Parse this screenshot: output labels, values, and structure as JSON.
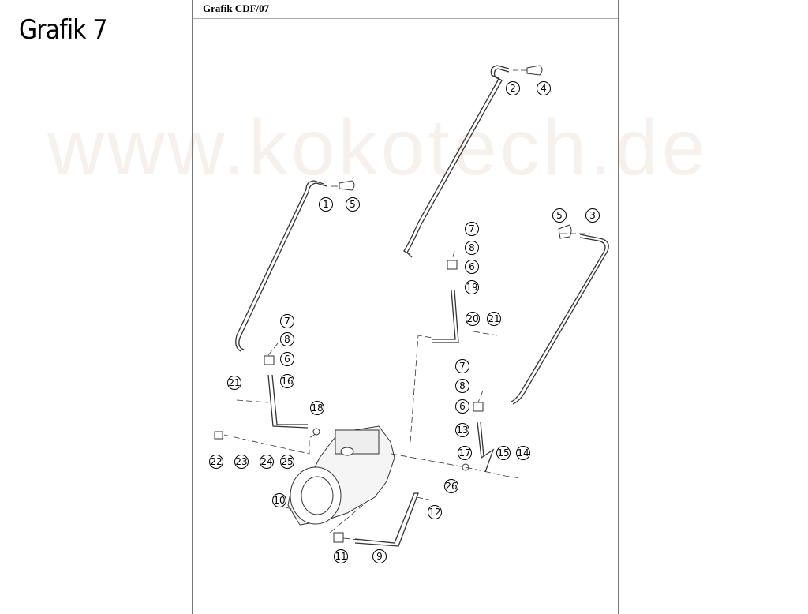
{
  "page_title": "Grafik 7",
  "diagram_header": "Grafik CDF/07",
  "watermark": "www.kokotech.de",
  "callouts": [
    "1",
    "5",
    "2",
    "4",
    "5",
    "3",
    "7",
    "8",
    "6",
    "19",
    "20",
    "21",
    "7",
    "8",
    "6",
    "16",
    "21",
    "18",
    "7",
    "8",
    "6",
    "13",
    "22",
    "23",
    "24",
    "25",
    "17",
    "15",
    "14",
    "26",
    "10",
    "12",
    "11",
    "9"
  ]
}
